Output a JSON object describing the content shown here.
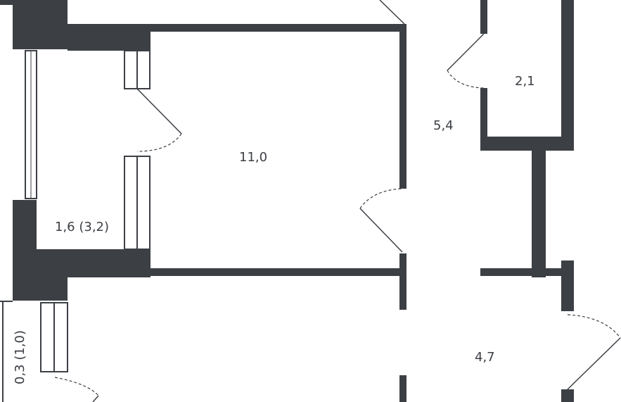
{
  "plan": {
    "rooms": [
      {
        "id": "room",
        "area": "11,0"
      },
      {
        "id": "balcony",
        "area": "1,6 (3,2)"
      },
      {
        "id": "hall",
        "area": "5,4"
      },
      {
        "id": "bathroom",
        "area": "2,1"
      },
      {
        "id": "kitchen",
        "area": "4,7"
      },
      {
        "id": "loggia",
        "area": "0,3 (1,0)"
      }
    ],
    "colors": {
      "wall": "#3c3f44",
      "background": "#ffffff"
    }
  }
}
